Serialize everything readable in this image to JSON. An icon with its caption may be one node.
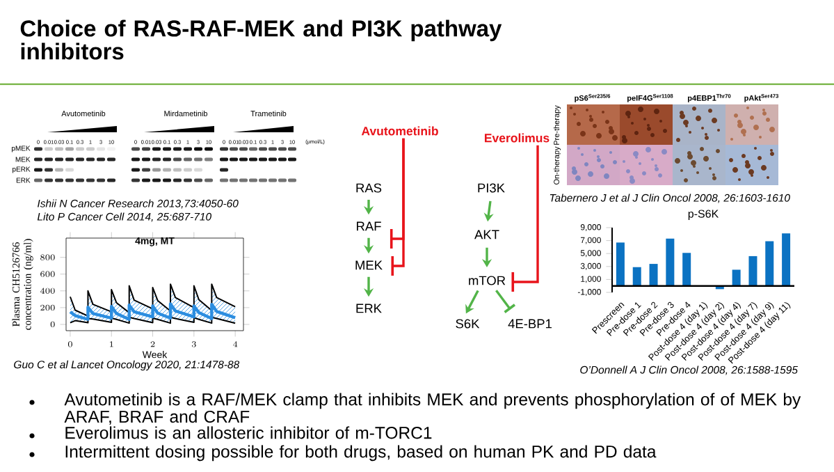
{
  "diagram": {
    "title": "Choice of RAS-RAF-MEK and PI3K pathway inhibitors",
    "nodes": [
      {
        "text": [
          "Avutometinib"
        ]
      },
      {
        "text": [
          "RAS"
        ]
      },
      {
        "text": [
          "RAF"
        ]
      },
      {
        "text": [
          "MEK"
        ]
      },
      {
        "text": [
          "ERK"
        ]
      },
      {
        "text": [
          "Everolimus"
        ]
      },
      {
        "text": [
          "PI3K"
        ]
      },
      {
        "text": [
          "AKT"
        ]
      },
      {
        "text": [
          "mTOR"
        ]
      },
      {
        "text": [
          "S6K"
        ]
      },
      {
        "text": [
          "4E-BP1"
        ]
      }
    ],
    "edges": [
      {
        "from": 1,
        "to": 2,
        "arrow": "to"
      },
      {
        "from": 2,
        "to": 3,
        "arrow": "to"
      },
      {
        "from": 3,
        "to": 4,
        "arrow": "to"
      },
      {
        "from": 0,
        "to": 2,
        "arrow": "other",
        "color": "#e8141b"
      },
      {
        "from": 0,
        "to": 3,
        "arrow": "other",
        "color": "#e8141b"
      },
      {
        "from": 6,
        "to": 7,
        "arrow": "to"
      },
      {
        "from": 7,
        "to": 8,
        "arrow": "to"
      },
      {
        "from": 5,
        "to": 8,
        "arrow": "other",
        "color": "#e8141b"
      },
      {
        "from": 8,
        "to": 9,
        "arrow": "to"
      },
      {
        "from": 8,
        "to": 10,
        "arrow": "other"
      }
    ],
    "labels": [
      "Avutometinib",
      "Mirdametinib",
      "Trametinib",
      "0",
      "0.01",
      "0.03",
      "0.1",
      "0.3",
      "1",
      "3",
      "10",
      "0",
      "0.01",
      "0.03",
      "0.1",
      "0.3",
      "1",
      "3",
      "10",
      "0",
      "0.01",
      "0.03",
      "0.1",
      "0.3",
      "1",
      "3",
      "10",
      "(μmol/L)",
      "pMEK",
      "MEK",
      "pERK",
      "ERK",
      "pS6$^{Ser235/6}$",
      "peIF4G$^{Ser1108}$",
      "p4EBP1$^{Thr70}$",
      "pAkt$^{Ser473}$",
      "Pre-therapy",
      "On-therapy",
      "Ishii N Cancer Research 2013,73:4050-60",
      "Lito P Cancer Cell 2014, 25:687-710",
      "Tabernero J et al J Clin Oncol 2008, 26:1603-1610",
      "Guo C et al Lancet Oncology 2020, 21:1478-88",
      "O’Donnell A J Clin Oncol 2008, 26:1588-1595",
      "Avutometinib is a RAF/MEK clamp that inhibits MEK and prevents phosphorylation of of MEK by ARAF, BRAF and CRAF",
      "Everolimus is an allosteric inhibitor of m-TORC1",
      "Intermittent dosing possible for both drugs, based on human PK and PD data"
    ],
    "chart_data": [
      {
        "type": "line",
        "title": "4mg, MT",
        "xlabel": "Week",
        "ylabel": "Plasma CH5126766 concentration (ng/ml)",
        "x": [
          0,
          0.12,
          0.43,
          0.43,
          0.55,
          1.0,
          1.0,
          1.12,
          1.43,
          1.43,
          1.55,
          2.0,
          2.0,
          2.12,
          2.43,
          2.43,
          2.55,
          3.0,
          3.0,
          3.12,
          3.43,
          3.43,
          3.55,
          4.0
        ],
        "series": [
          {
            "color": "#000000",
            "values": [
              330,
              170,
              100,
              400,
              240,
              150,
              415,
              260,
              140,
              460,
              290,
              185,
              440,
              285,
              160,
              480,
              320,
              200,
              460,
              295,
              165,
              480,
              320,
              210
            ]
          },
          {
            "color": "#000000",
            "values": [
              20,
              45,
              20,
              70,
              65,
              25,
              75,
              60,
              15,
              85,
              70,
              20,
              75,
              60,
              15,
              85,
              70,
              25,
              80,
              60,
              15,
              85,
              70,
              15
            ]
          },
          {
            "color": "#2b8de0",
            "values": [
              150,
              105,
              60,
              205,
              130,
              75,
              215,
              130,
              60,
              230,
              150,
              90,
              220,
              135,
              75,
              245,
              160,
              90,
              220,
              140,
              70,
              240,
              155,
              80
            ]
          }
        ],
        "xlim": [
          -0.1,
          4.2
        ],
        "ylim": [
          -75,
          1030
        ],
        "xticks": [
          0,
          1,
          2,
          3,
          4
        ],
        "yticks": [
          0,
          200,
          400,
          600,
          800
        ]
      },
      {
        "type": "bar",
        "title": "p-S6K",
        "categories": [
          "Prescreen",
          "Pre-dose 1",
          "Pre-dose 2",
          "Pre-dose 3",
          "Pre-dose 4",
          "Post-dose 4 (day 1)",
          "Post-dose 4 (day 2)",
          "Post-dose 4 (day 4)",
          "Post-dose 4 (day 7)",
          "Post-dose 4 (day 9)",
          "Post-dose 4 (day 11)"
        ],
        "series": [
          {
            "color": "#0b72c2",
            "values": [
              6700,
              2900,
              3400,
              7300,
              5100,
              null,
              -500,
              2500,
              4600,
              6900,
              8100
            ]
          }
        ],
        "ylim": [
          -1000,
          9000
        ],
        "yticks": [
          {
            "value": -1000,
            "label": "-1,000"
          },
          {
            "value": 1000,
            "label": "1,000"
          },
          {
            "value": 3000,
            "label": "3,000"
          },
          {
            "value": 5000,
            "label": "5,000"
          },
          {
            "value": 7000,
            "label": "7,000"
          },
          {
            "value": 9000,
            "label": "9,000"
          }
        ]
      }
    ]
  }
}
